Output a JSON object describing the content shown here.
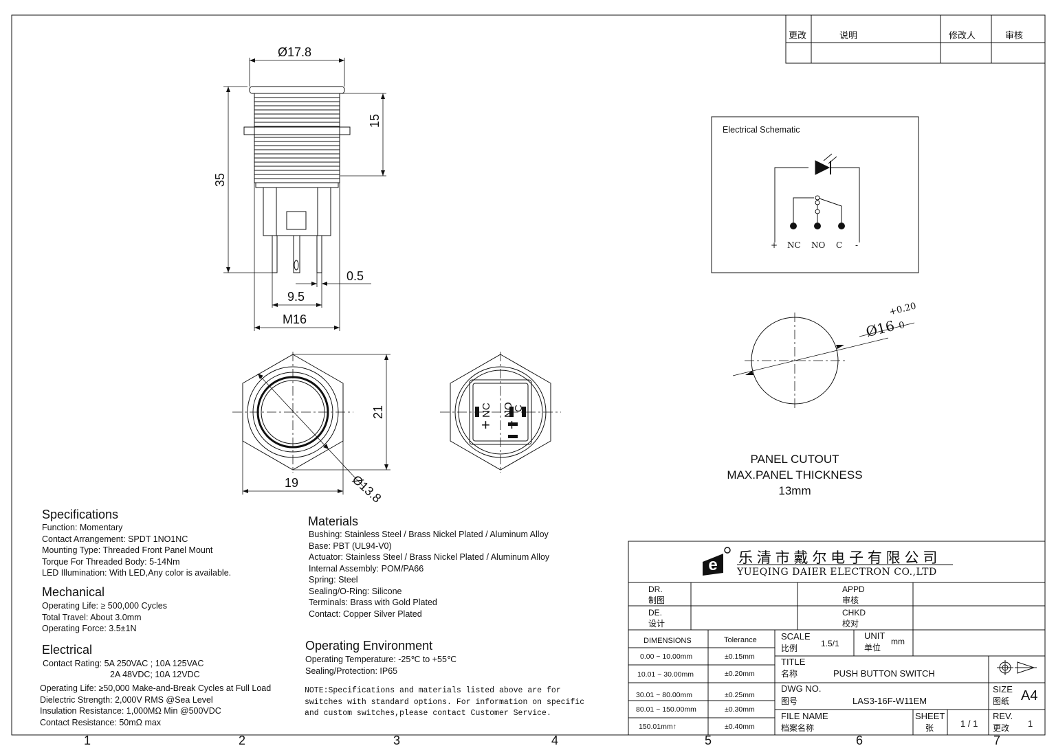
{
  "revision_table": {
    "col1": "更改",
    "col2": "说明",
    "col3": "修改人",
    "col4": "审核"
  },
  "dims": {
    "d178": "Ø17.8",
    "d15": "15",
    "d35": "35",
    "d05": "0.5",
    "d95": "9.5",
    "m16": "M16",
    "d21": "21",
    "d19": "19",
    "d138": "Ø13.8"
  },
  "rear_labels": {
    "nc": "NC",
    "no": "NO",
    "c": "C",
    "plus": "+"
  },
  "schematic": {
    "title": "Electrical Schematic",
    "plus": "+",
    "nc": "NC",
    "no": "NO",
    "c": "C",
    "minus": "-"
  },
  "cutout": {
    "dia": "Ø16",
    "tol_upper": "+0.20",
    "tol_lower": "0",
    "line1": "PANEL CUTOUT",
    "line2": "MAX.PANEL THICKNESS",
    "line3": "13mm"
  },
  "specifications": {
    "title": "Specifications",
    "lines": [
      "Function: Momentary",
      "Contact Arrangement: SPDT 1NO1NC",
      "Mounting Type: Threaded Front Panel Mount",
      "Torque For Threaded Body: 5-14Nm",
      "LED Illumination: With LED,Any color is available."
    ]
  },
  "mechanical": {
    "title": "Mechanical",
    "lines": [
      "Operating Life: ≥ 500,000 Cycles",
      "Total Travel: About 3.0mm",
      "Operating Force:  3.5±1N"
    ]
  },
  "electrical": {
    "title": "Electrical",
    "lines": [
      "Contact Rating:  5A 250VAC ;   10A 125VAC",
      "2A 48VDC;     10A 12VDC",
      "Operating Life: ≥50,000 Make-and-Break Cycles at Full Load",
      "Dielectric Strength: 2,000V RMS @Sea Level",
      "Insulation Resistance: 1,000MΩ Min @500VDC",
      "Contact Resistance: 50mΩ max"
    ]
  },
  "materials": {
    "title": "Materials",
    "lines": [
      "Bushing: Stainless Steel / Brass Nickel Plated / Aluminum Alloy",
      "Base: PBT (UL94-V0)",
      "Actuator: Stainless Steel / Brass Nickel Plated / Aluminum Alloy",
      "Internal Assembly: POM/PA66",
      "Spring: Steel",
      "Sealing/O-Ring: Silicone",
      "Terminals: Brass with Gold Plated",
      "Contact: Copper Silver Plated"
    ]
  },
  "environment": {
    "title": "Operating Environment",
    "lines": [
      "Operating Temperature: -25℃ to +55℃",
      "Sealing/Protection: IP65"
    ]
  },
  "note": [
    "NOTE:Specifications and materials listed above are for",
    "switches with standard options. For information on specific",
    "and custom switches,please contact Customer Service."
  ],
  "title_block": {
    "company_cn": "乐 清 市 戴 尔 电 子 有 限 公 司",
    "company_en": "YUEQING DAIER ELECTRON CO.,LTD",
    "dr": "DR.",
    "dr_cn": "制图",
    "de": "DE.",
    "de_cn": "设计",
    "appd": "APPD",
    "appd_cn": "审核",
    "chkd": "CHKD",
    "chkd_cn": "校对",
    "dimensions": "DIMENSIONS",
    "tolerance": "Tolerance",
    "tol_rows": [
      {
        "range": "0.00 ~ 10.00mm",
        "tol": "±0.15mm"
      },
      {
        "range": "10.01 ~  30.00mm",
        "tol": "±0.20mm"
      },
      {
        "range": "30.01 ~  80.00mm",
        "tol": "±0.25mm"
      },
      {
        "range": "80.01 ~  150.00mm",
        "tol": "±0.30mm"
      },
      {
        "range": "150.01mm↑",
        "tol": "±0.40mm"
      }
    ],
    "scale": "SCALE",
    "scale_cn": "比例",
    "scale_val": "1.5/1",
    "unit": "UNIT",
    "unit_cn": "单位",
    "unit_val": "mm",
    "title_lbl": "TITLE",
    "title_cn": "名称",
    "title_val": "PUSH BUTTON SWITCH",
    "dwg": "DWG NO.",
    "dwg_cn": "图号",
    "dwg_val": "LAS3-16F-W11EM",
    "size": "SIZE",
    "size_cn": "图纸",
    "size_val": "A4",
    "file": "FILE NAME",
    "file_cn": "档案名称",
    "sheet": "SHEET",
    "sheet_cn": "张",
    "sheet_val": "1 / 1",
    "rev": "REV.",
    "rev_cn": "更改",
    "rev_val": "1"
  },
  "grid_numbers": [
    "1",
    "2",
    "3",
    "4",
    "5",
    "6",
    "7"
  ]
}
